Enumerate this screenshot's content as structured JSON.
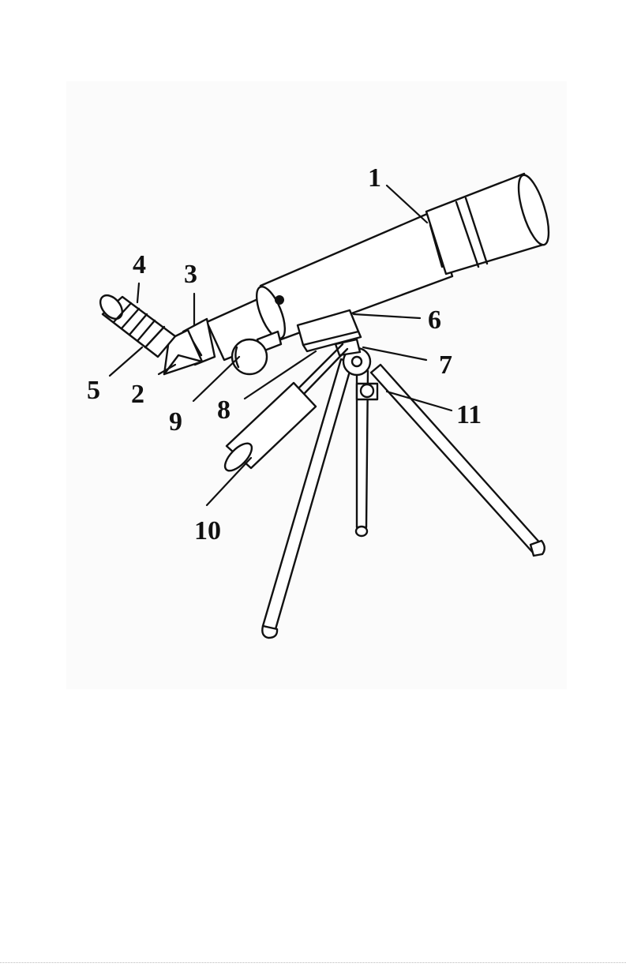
{
  "diagram": {
    "parts": [
      {
        "number": "1"
      },
      {
        "number": "2"
      },
      {
        "number": "3"
      },
      {
        "number": "4"
      },
      {
        "number": "5"
      },
      {
        "number": "6"
      },
      {
        "number": "7"
      },
      {
        "number": "8"
      },
      {
        "number": "9"
      },
      {
        "number": "10"
      },
      {
        "number": "11"
      }
    ]
  }
}
